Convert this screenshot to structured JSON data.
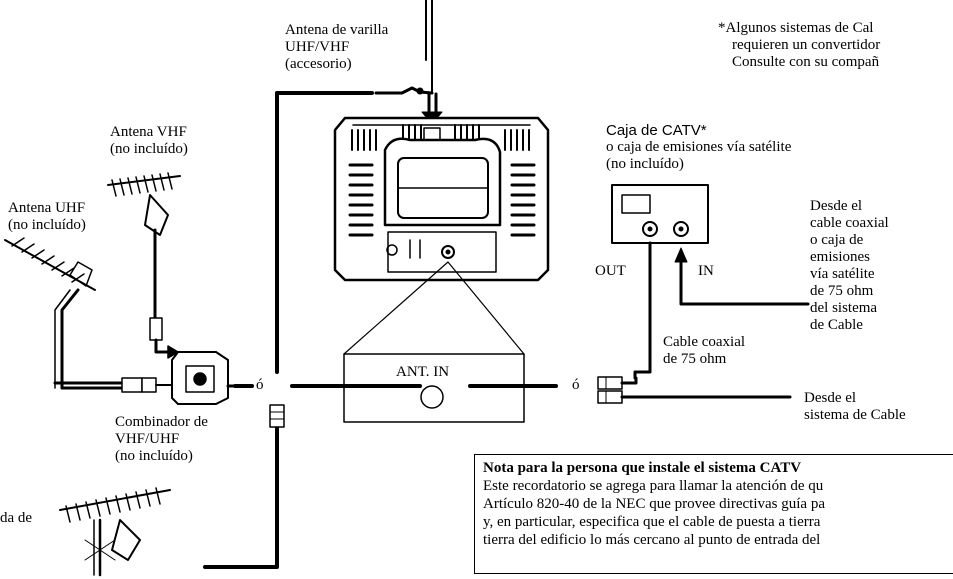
{
  "labels": {
    "rod_antenna": [
      "Antena de varilla",
      "UHF/VHF",
      "(accesorio)"
    ],
    "vhf_antenna": [
      "Antena VHF",
      "(no incluído)"
    ],
    "uhf_antenna": [
      "Antena UHF",
      "(no incluído)"
    ],
    "combiner": [
      "Combinador de",
      "VHF/UHF",
      "(no incluído)"
    ],
    "combined_antenna_partial": [
      "da de"
    ],
    "or_left": "ó",
    "or_right": "ó",
    "ant_in": "ANT. IN",
    "catv_box": [
      "Caja de CATV*",
      "o caja de emisiones vía satélite",
      "(no incluído)"
    ],
    "out": "OUT",
    "in": "IN",
    "coax_cable": [
      "Cable coaxial",
      "de 75 ohm"
    ],
    "from_coax": [
      "Desde el",
      "cable coaxial",
      "o caja de",
      "emisiones",
      "vía satélite",
      "de 75 ohm",
      "del sistema",
      "de Cable"
    ],
    "from_cable_system": [
      "Desde el",
      "sistema de Cable"
    ],
    "asterisk_note": [
      "*Algunos sistemas de Cal",
      "requieren un convertidor",
      "Consulte con su compañ"
    ]
  },
  "note_box": {
    "title": "Nota para la persona que instale el sistema CATV",
    "lines": [
      "Este recordatorio se agrega para llamar la atención de qu",
      "Artículo 820-40 de la NEC que provee directivas guía pa",
      "y, en particular, especifica que el cable de puesta a tierra",
      "tierra del edificio lo más cercano al punto de entrada del"
    ]
  }
}
